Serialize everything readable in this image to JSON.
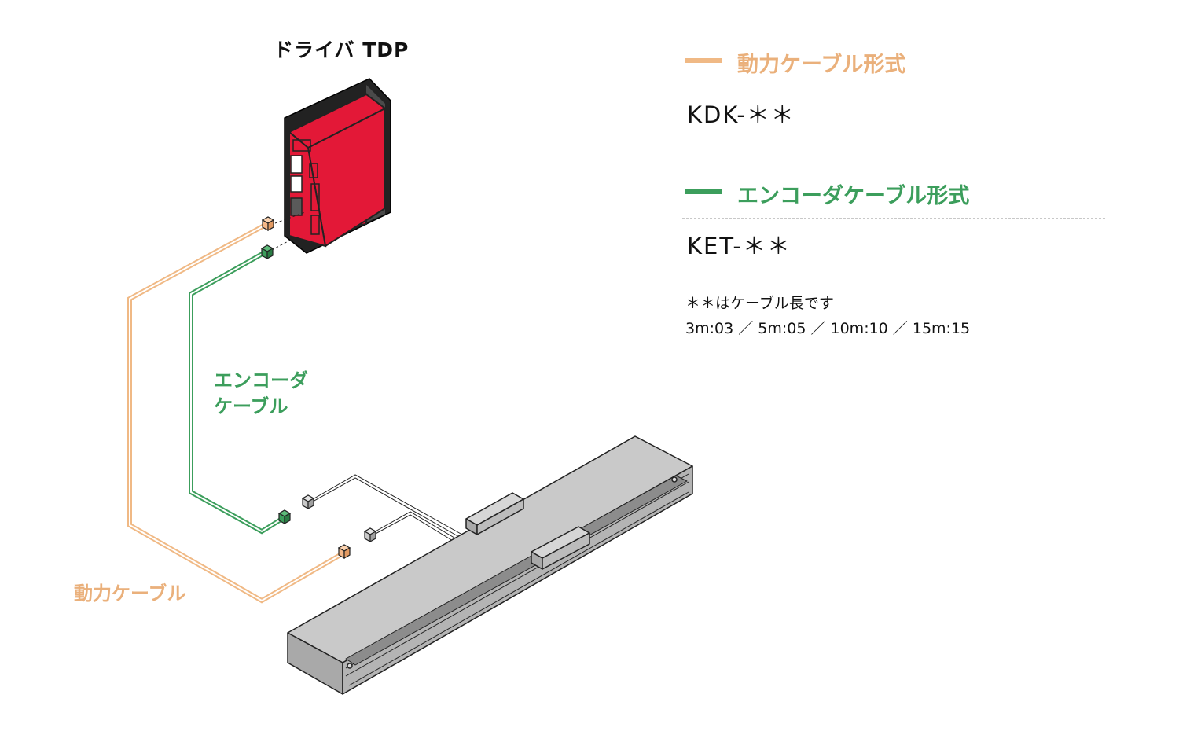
{
  "driver_label": "ドライバ TDP",
  "encoder_cable_label": [
    "エンコーダ",
    "ケーブル"
  ],
  "power_cable_label": "動力ケーブル",
  "legend": {
    "power": {
      "heading": "動力ケーブル形式",
      "code": "KDK-＊＊",
      "color": "#f0b985"
    },
    "encoder": {
      "heading": "エンコーダケーブル形式",
      "code": "KET-＊＊",
      "color": "#3c9e5c"
    }
  },
  "note": {
    "line1": "＊＊はケーブル長です",
    "line2": "3m:03 ／ 5m:05 ／ 10m:10 ／ 15m:15"
  },
  "colors": {
    "driver_red": "#e31837",
    "actuator_gray": "#b4b4b4",
    "power_orange": "#f0b985",
    "encoder_green": "#3c9e5c"
  }
}
